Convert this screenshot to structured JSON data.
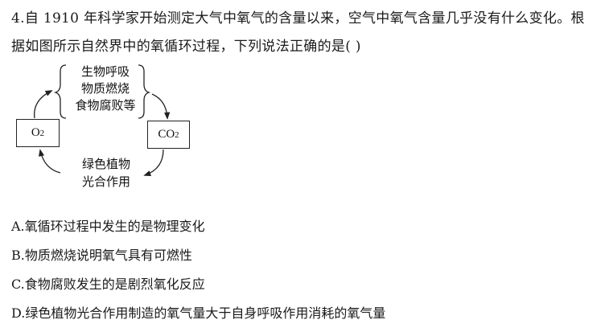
{
  "question": {
    "number": "4.",
    "line1": "4.自 1910 年科学家开始测定大气中氧气的含量以来，空气中氧气含量几乎没有什么变化。根",
    "line2": "据如图所示自然界中的氧循环过程，下列说法正确的是(      )"
  },
  "diagram": {
    "o2_label": "O",
    "o2_subscript": "2",
    "co2_label": "CO",
    "co2_subscript": "2",
    "consumption_processes": [
      "生物呼吸",
      "物质燃烧",
      "食物腐败等"
    ],
    "production_process": [
      "绿色植物",
      "光合作用"
    ]
  },
  "options": [
    {
      "letter": "A",
      "text": "A.氧循环过程中发生的是物理变化"
    },
    {
      "letter": "B",
      "text": "B.物质燃烧说明氧气具有可燃性"
    },
    {
      "letter": "C",
      "text": "C.食物腐败发生的是剧烈氧化反应"
    },
    {
      "letter": "D",
      "text": "D.绿色植物光合作用制造的氧气量大于自身呼吸作用消耗的氧气量"
    }
  ]
}
